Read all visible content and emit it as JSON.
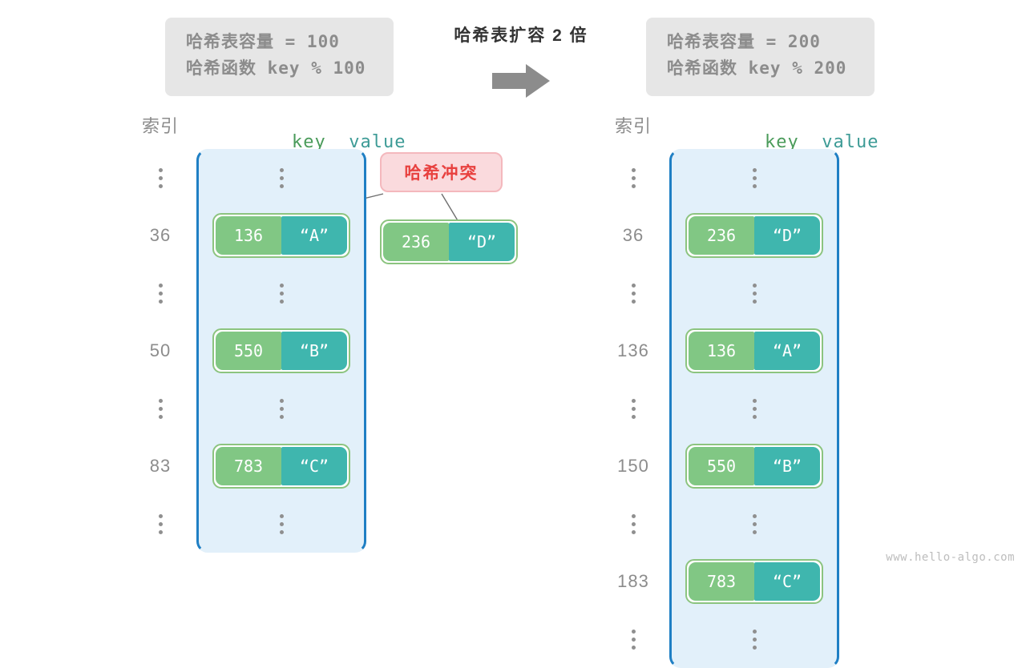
{
  "left_info": {
    "line1": "哈希表容量 = 100",
    "line2": "哈希函数 key % 100"
  },
  "right_info": {
    "line1": "哈希表容量 = 200",
    "line2": "哈希函数 key % 200"
  },
  "center": {
    "caption": "哈希表扩容 2 倍",
    "arrow_icon": "right-arrow-icon"
  },
  "headers": {
    "index": "索引",
    "key": "key",
    "value": "value"
  },
  "collision": {
    "label": "哈希冲突",
    "entry": {
      "key": "236",
      "value": "“D”"
    }
  },
  "left_table": {
    "rows": [
      {
        "type": "dots",
        "index": ""
      },
      {
        "type": "entry",
        "index": "36",
        "key": "136",
        "value": "“A”"
      },
      {
        "type": "dots",
        "index": ""
      },
      {
        "type": "entry",
        "index": "50",
        "key": "550",
        "value": "“B”"
      },
      {
        "type": "dots",
        "index": ""
      },
      {
        "type": "entry",
        "index": "83",
        "key": "783",
        "value": "“C”"
      },
      {
        "type": "dots",
        "index": ""
      }
    ]
  },
  "right_table": {
    "rows": [
      {
        "type": "dots",
        "index": ""
      },
      {
        "type": "entry",
        "index": "36",
        "key": "236",
        "value": "“D”"
      },
      {
        "type": "dots",
        "index": ""
      },
      {
        "type": "entry",
        "index": "136",
        "key": "136",
        "value": "“A”"
      },
      {
        "type": "dots",
        "index": ""
      },
      {
        "type": "entry",
        "index": "150",
        "key": "550",
        "value": "“B”"
      },
      {
        "type": "dots",
        "index": ""
      },
      {
        "type": "entry",
        "index": "183",
        "key": "783",
        "value": "“C”"
      },
      {
        "type": "dots",
        "index": ""
      }
    ]
  },
  "watermark": "www.hello-algo.com",
  "colors": {
    "panel_fill": "#e2f0fa",
    "panel_border": "#1f7fc4",
    "key_cell": "#81c784",
    "value_cell": "#3fb6ae",
    "pair_border": "#8cc47f",
    "badge_fill": "#fadadd",
    "badge_text": "#e8413f",
    "info_box": "#e6e6e6",
    "muted_text": "#8c8c8c"
  }
}
